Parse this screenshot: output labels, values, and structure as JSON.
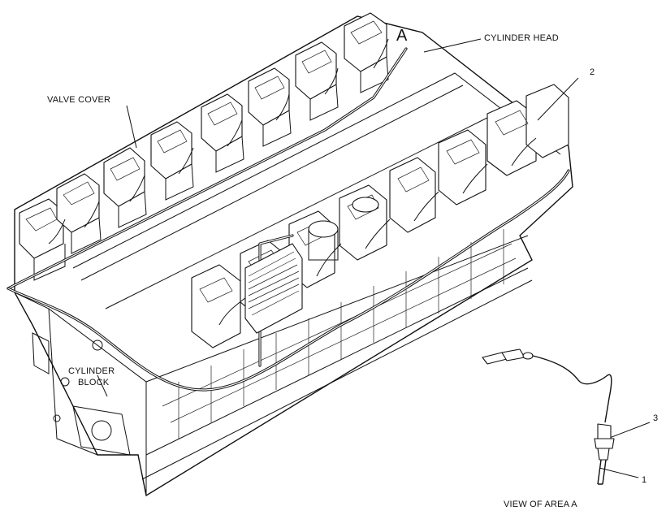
{
  "labels": {
    "area_letter": "A",
    "cylinder_head": "CYLINDER HEAD",
    "valve_cover": "VALVE COVER",
    "cylinder_block_line1": "CYLINDER",
    "cylinder_block_line2": "BLOCK",
    "callout_1": "1",
    "callout_2": "2",
    "callout_3": "3",
    "view_caption": "VIEW OF AREA A"
  }
}
